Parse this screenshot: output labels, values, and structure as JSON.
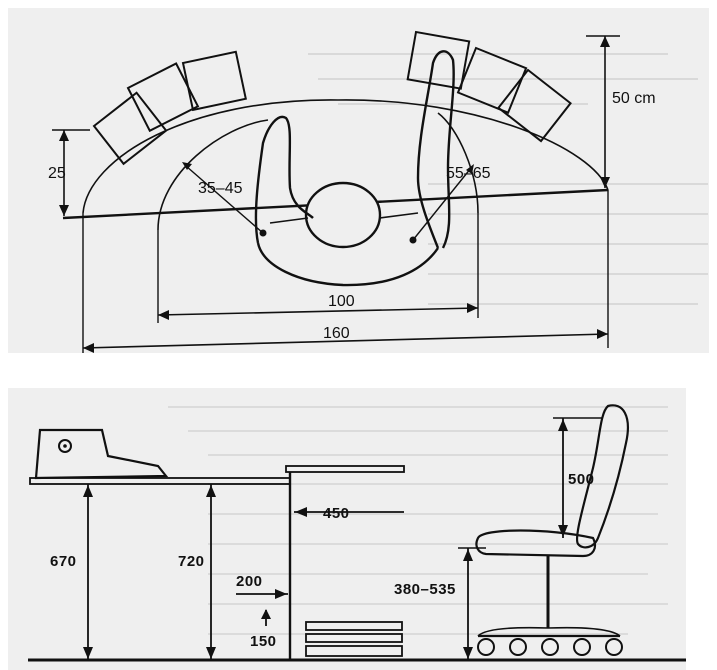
{
  "top_diagram": {
    "labels": {
      "height_50": "50 cm",
      "depth_25": "25",
      "inner_reach": "35–45",
      "outer_reach": "55–65",
      "span_100": "100",
      "span_160": "160"
    }
  },
  "bottom_diagram": {
    "labels": {
      "screen_height": "670",
      "desk_height": "720",
      "legroom_depth": "450",
      "footrest_depth": "200",
      "footrest_height": "150",
      "seat_height": "380–535",
      "backrest_height": "500"
    }
  },
  "colors": {
    "ink": "#111111",
    "paper": "#efefef",
    "show_through": "#b9b9b9"
  }
}
